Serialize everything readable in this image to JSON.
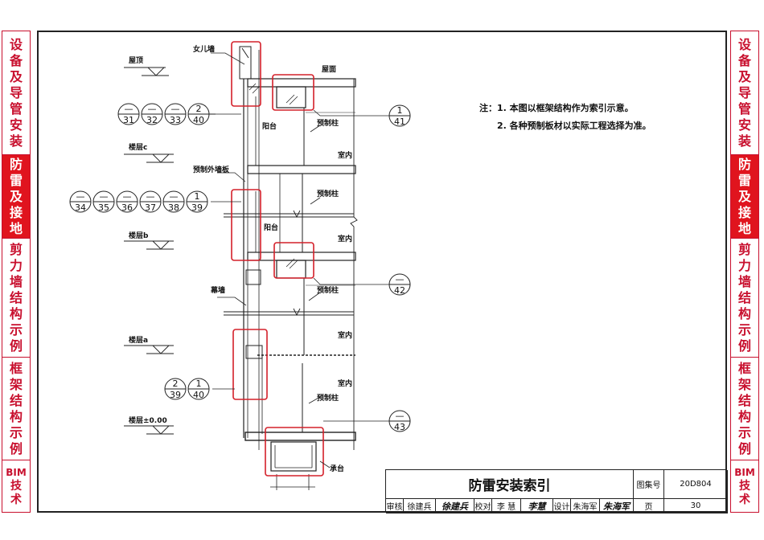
{
  "sidebar": {
    "sections": [
      {
        "chars": [
          "设",
          "备",
          "及",
          "导",
          "管",
          "安",
          "装"
        ],
        "active": false
      },
      {
        "chars": [
          "防",
          "雷",
          "及",
          "接",
          "地"
        ],
        "active": true
      },
      {
        "chars": [
          "剪",
          "力",
          "墙",
          "结",
          "构",
          "示",
          "例"
        ],
        "active": false
      },
      {
        "chars": [
          "框",
          "架",
          "结",
          "构",
          "示",
          "例"
        ],
        "active": false
      },
      {
        "chars": [
          "BIM",
          "技",
          "术"
        ],
        "active": false
      }
    ]
  },
  "drawing": {
    "labels": {
      "parapet": "女儿墙",
      "roof_level": "屋顶",
      "roof_surface": "屋面",
      "balcony": "阳台",
      "precast_column": "预制柱",
      "indoor": "室内",
      "floor_c": "楼层c",
      "precast_wall_panel": "预制外墙板",
      "floor_b": "楼层b",
      "curtain_wall": "幕墙",
      "floor_a": "楼层a",
      "floor_zero": "楼层±0.00",
      "pile_cap": "承台"
    },
    "index_groups": [
      {
        "tops": [
          "—",
          "—",
          "—",
          "2"
        ],
        "bottoms": [
          "31",
          "32",
          "33",
          "40"
        ]
      },
      {
        "tops": [
          "—",
          "—",
          "—",
          "—",
          "—",
          "1"
        ],
        "bottoms": [
          "34",
          "35",
          "36",
          "37",
          "38",
          "39"
        ]
      },
      {
        "tops": [
          "2",
          "1"
        ],
        "bottoms": [
          "39",
          "40"
        ]
      }
    ],
    "index_singles": [
      {
        "top": "1",
        "bottom": "41"
      },
      {
        "top": "—",
        "bottom": "42"
      },
      {
        "top": "—",
        "bottom": "43"
      }
    ]
  },
  "notes": {
    "prefix": "注：",
    "items": [
      "1. 本图以框架结构作为索引示意。",
      "2. 各种预制板材以实际工程选择为准。"
    ]
  },
  "title_block": {
    "title": "防雷安装索引",
    "atlas_label": "图集号",
    "atlas_no": "20D804",
    "review_label": "审核",
    "reviewer": "徐建兵",
    "reviewer_sig": "徐建兵",
    "check_label": "校对",
    "checker": "李 慧",
    "checker_sig": "李慧",
    "design_label": "设计",
    "designer": "朱海军",
    "designer_sig": "朱海军",
    "page_label": "页",
    "page_no": "30"
  },
  "colors": {
    "accent": "#e0141e",
    "highlight": "#d4202a",
    "line": "#222222"
  }
}
